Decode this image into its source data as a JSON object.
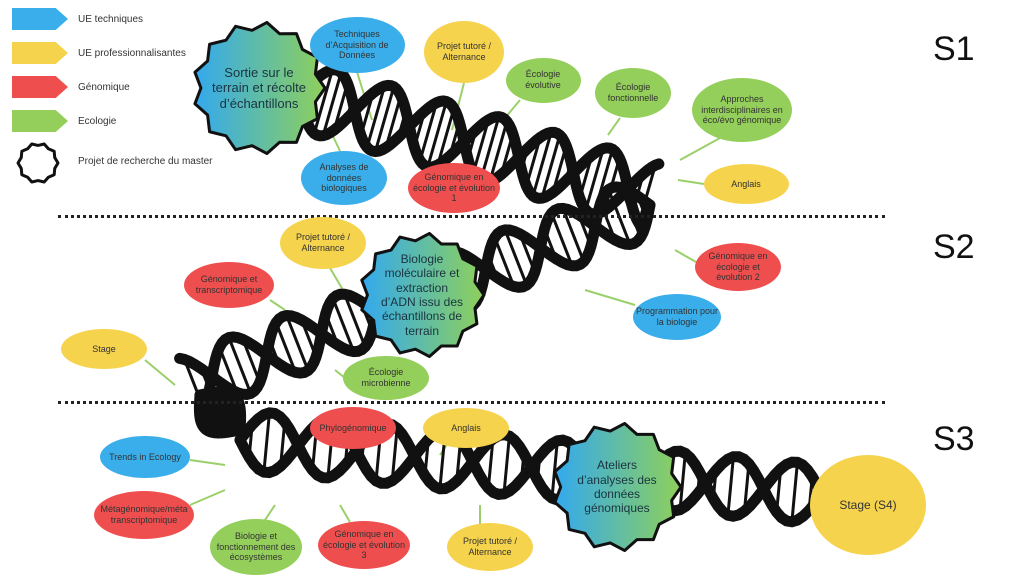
{
  "legend": [
    {
      "label": "UE techniques",
      "color": "#3aaeea"
    },
    {
      "label": "UE professionnalisantes",
      "color": "#f6d34c"
    },
    {
      "label": "Génomique",
      "color": "#ef4e4e"
    },
    {
      "label": "Ecologie",
      "color": "#94cf5b"
    },
    {
      "label": "Projet de recherche du master",
      "icon": "starburst-outline-icon"
    }
  ],
  "semesters": [
    "S1",
    "S2",
    "S3"
  ],
  "research_projects": [
    "Sortie sur le terrain et récolte d’échantillons",
    "Biologie moléculaire et extraction d’ADN issu des échantillons de terrain",
    "Ateliers d’analyses des données génomiques"
  ],
  "courses": [
    {
      "label": "Techniques d’Acquisition de Données",
      "category": "technique",
      "semester": "S1"
    },
    {
      "label": "Projet tutoré / Alternance",
      "category": "pro",
      "semester": "S1"
    },
    {
      "label": "Écologie évolutive",
      "category": "ecologie",
      "semester": "S1"
    },
    {
      "label": "Écologie fonctionnelle",
      "category": "ecologie",
      "semester": "S1"
    },
    {
      "label": "Approches interdisciplinaires en éco/évo génomique",
      "category": "ecologie",
      "semester": "S1"
    },
    {
      "label": "Anglais",
      "category": "pro",
      "semester": "S1"
    },
    {
      "label": "Génomique en écologie et évolution 1",
      "category": "genomique",
      "semester": "S1"
    },
    {
      "label": "Analyses de données biologiques",
      "category": "technique",
      "semester": "S1"
    },
    {
      "label": "Génomique en écologie et évolution 2",
      "category": "genomique",
      "semester": "S2"
    },
    {
      "label": "Programmation pour la biologie",
      "category": "technique",
      "semester": "S2"
    },
    {
      "label": "Projet tutoré / Alternance",
      "category": "pro",
      "semester": "S2"
    },
    {
      "label": "Génomique et transcriptomique",
      "category": "genomique",
      "semester": "S2"
    },
    {
      "label": "Stage",
      "category": "pro",
      "semester": "S2"
    },
    {
      "label": "Écologie microbienne",
      "category": "ecologie",
      "semester": "S2"
    },
    {
      "label": "Phylogénomique",
      "category": "genomique",
      "semester": "S3"
    },
    {
      "label": "Anglais",
      "category": "pro",
      "semester": "S3"
    },
    {
      "label": "Trends in Ecology",
      "category": "technique",
      "semester": "S3"
    },
    {
      "label": "Métagénomique/méta transcriptomique",
      "category": "genomique",
      "semester": "S3"
    },
    {
      "label": "Biologie et fonctionnement des écosystèmes",
      "category": "ecologie",
      "semester": "S3"
    },
    {
      "label": "Génomique en écologie et évolution 3",
      "category": "genomique",
      "semester": "S3"
    },
    {
      "label": "Projet tutoré / Alternance",
      "category": "pro",
      "semester": "S3"
    },
    {
      "label": "Stage (S4)",
      "category": "pro",
      "semester": "S4"
    }
  ],
  "colors": {
    "technique": "#3aaeea",
    "pro": "#f6d34c",
    "genomique": "#ef4e4e",
    "ecologie": "#94cf5b"
  }
}
